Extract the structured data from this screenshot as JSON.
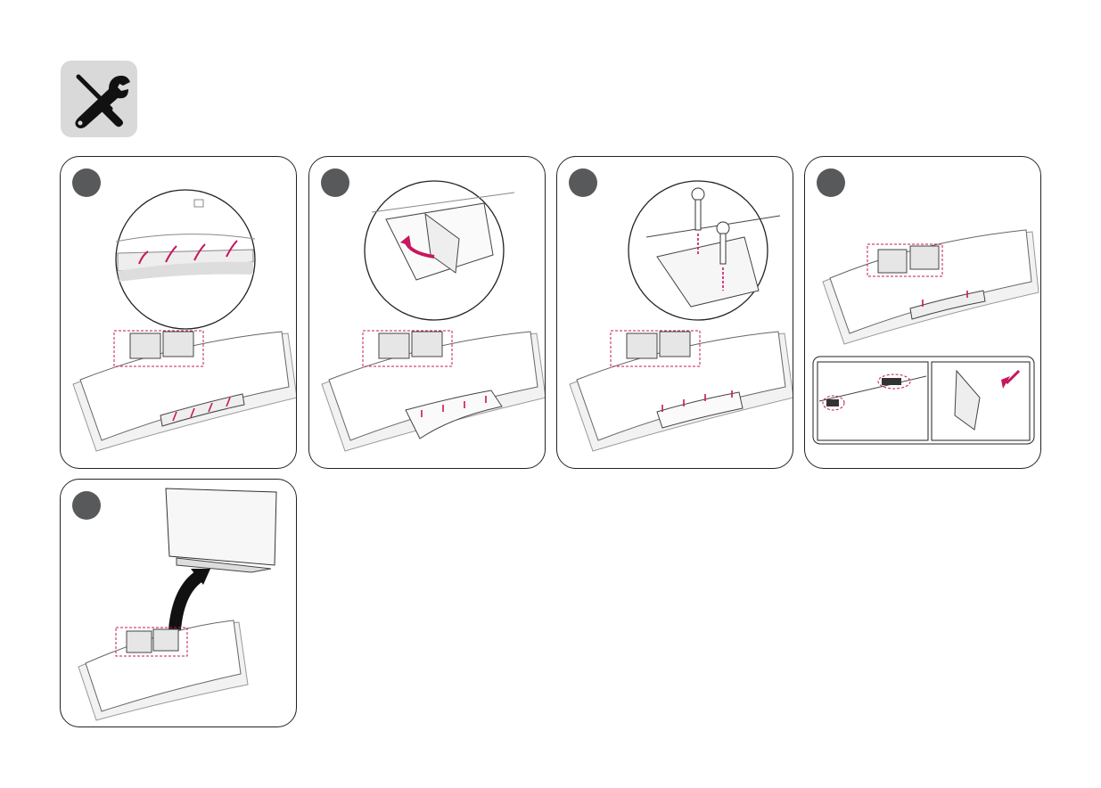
{
  "document": {
    "type": "assembly-instructions",
    "header_icon": "tools-icon",
    "accent_color": "#c6175f",
    "step_marker_color": "#58595b",
    "tool_badge_color": "#d9d9d9",
    "steps": [
      {
        "id": 1,
        "icon": "arrow-up-icon",
        "illustration": "tv-cover-lift"
      },
      {
        "id": 2,
        "icon": "curved-arrow-icon",
        "illustration": "tv-hinge-fold"
      },
      {
        "id": 3,
        "icon": "screw-icon",
        "illustration": "tv-screws-insert"
      },
      {
        "id": 4,
        "icon": "arrow-down-icon",
        "illustration": "tv-clips-detail"
      },
      {
        "id": 5,
        "icon": "curved-arrow-icon",
        "illustration": "tv-stand-up"
      }
    ]
  }
}
